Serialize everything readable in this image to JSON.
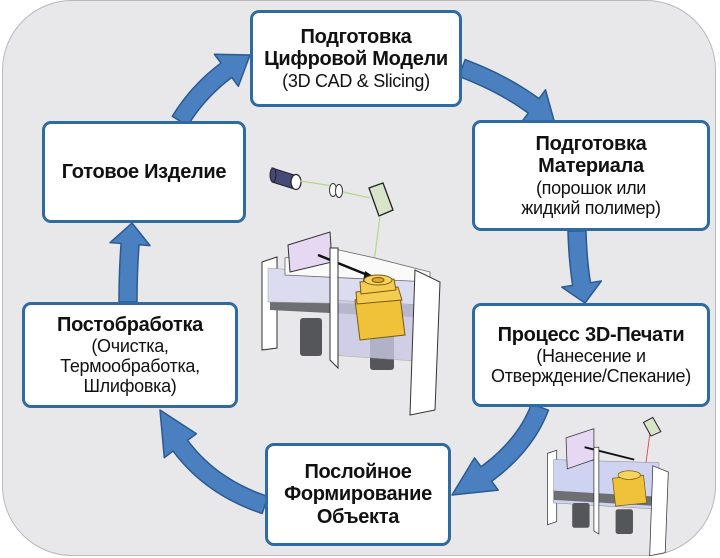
{
  "diagram": {
    "type": "cycle",
    "language": "ru",
    "colors": {
      "arrow_fill": "#4a7fc0",
      "arrow_stroke": "#2a5a90",
      "box_border": "#2f6aa1",
      "background": "#e8e7e9",
      "part_yellow": "#f0c23a",
      "laser_green": "#b7d98a",
      "laser_red": "#e04040"
    },
    "steps": [
      {
        "title": "Подготовка",
        "title2": "Цифровой Модели",
        "subtitle": "(3D CAD & Slicing)"
      },
      {
        "title": "Подготовка",
        "title2": "Материала",
        "subtitle": "(порошок или",
        "subtitle2": "жидкий полимер)"
      },
      {
        "title": "Процесс 3D-Печати",
        "subtitle": "(Нанесение и",
        "subtitle2": "Отверждение/Спекание)"
      },
      {
        "title": "Послойное",
        "title2": "Формирование",
        "title3": "Объекта"
      },
      {
        "title": "Постобработка",
        "subtitle": "(Очистка,",
        "subtitle2": "Термообработка,",
        "subtitle3": "Шлифовка)"
      },
      {
        "title": "Готовое Изделие"
      }
    ],
    "flow": [
      "step-1 → step-2",
      "step-2 → step-3",
      "step-3 → step-4",
      "step-4 → step-5",
      "step-5 → step-6",
      "step-6 → step-1"
    ],
    "illustrations": [
      {
        "name": "powder-bed-laser-printer",
        "components": [
          "laser-source",
          "lens",
          "mirror",
          "recoater-blade",
          "powder-bed",
          "build-part",
          "pistons"
        ]
      },
      {
        "name": "resin-vat-printer",
        "components": [
          "mirror",
          "laser-beam",
          "recoater-blade",
          "resin-vat",
          "build-part",
          "pistons"
        ]
      }
    ]
  }
}
